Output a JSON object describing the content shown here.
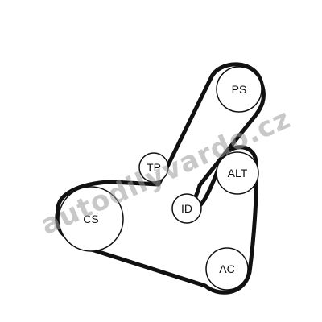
{
  "diagram": {
    "pulleys": {
      "ps": {
        "label": "PS"
      },
      "tp": {
        "label": "TP"
      },
      "alt": {
        "label": "ALT"
      },
      "id": {
        "label": "ID"
      },
      "cs": {
        "label": "CS"
      },
      "ac": {
        "label": "AC"
      }
    },
    "watermark": {
      "text": "autodilyvardo.cz"
    },
    "colors": {
      "belt": "#111111",
      "pulley_stroke": "#111111",
      "pulley_fill": "#ffffff",
      "watermark": "#9a9a9a"
    }
  }
}
